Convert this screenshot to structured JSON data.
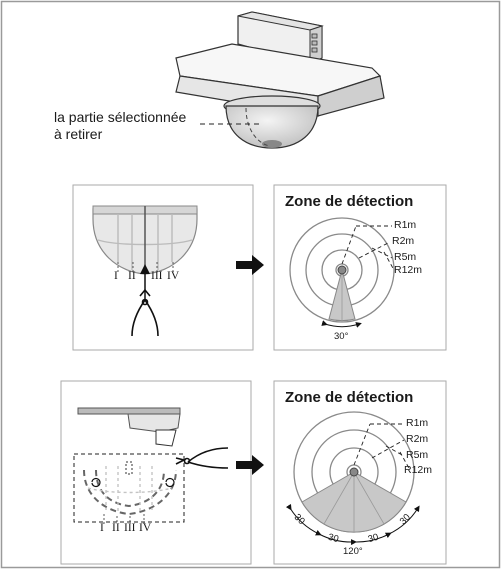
{
  "callout": {
    "line1": "la partie sélectionnée",
    "line2": "à retirer"
  },
  "panels": [
    {
      "zone_title": "Zone de détection",
      "radius_labels": [
        "R1m",
        "R2m",
        "R5m",
        "R12m"
      ],
      "angle_labels": [
        "30°"
      ],
      "cut_markers": [
        "I",
        "II",
        "III",
        "IV"
      ]
    },
    {
      "zone_title": "Zone de détection",
      "radius_labels": [
        "R1m",
        "R2m",
        "R5m",
        "R12m"
      ],
      "angle_labels": [
        "30",
        "30",
        "30",
        "30",
        "120°"
      ],
      "cut_markers": [
        "I",
        "II",
        "III",
        "IV"
      ]
    }
  ],
  "colors": {
    "outline": "#8a8a8a",
    "lens": "#dcdcdc",
    "sector": "#c8c8c8",
    "arrow": "#111111"
  }
}
